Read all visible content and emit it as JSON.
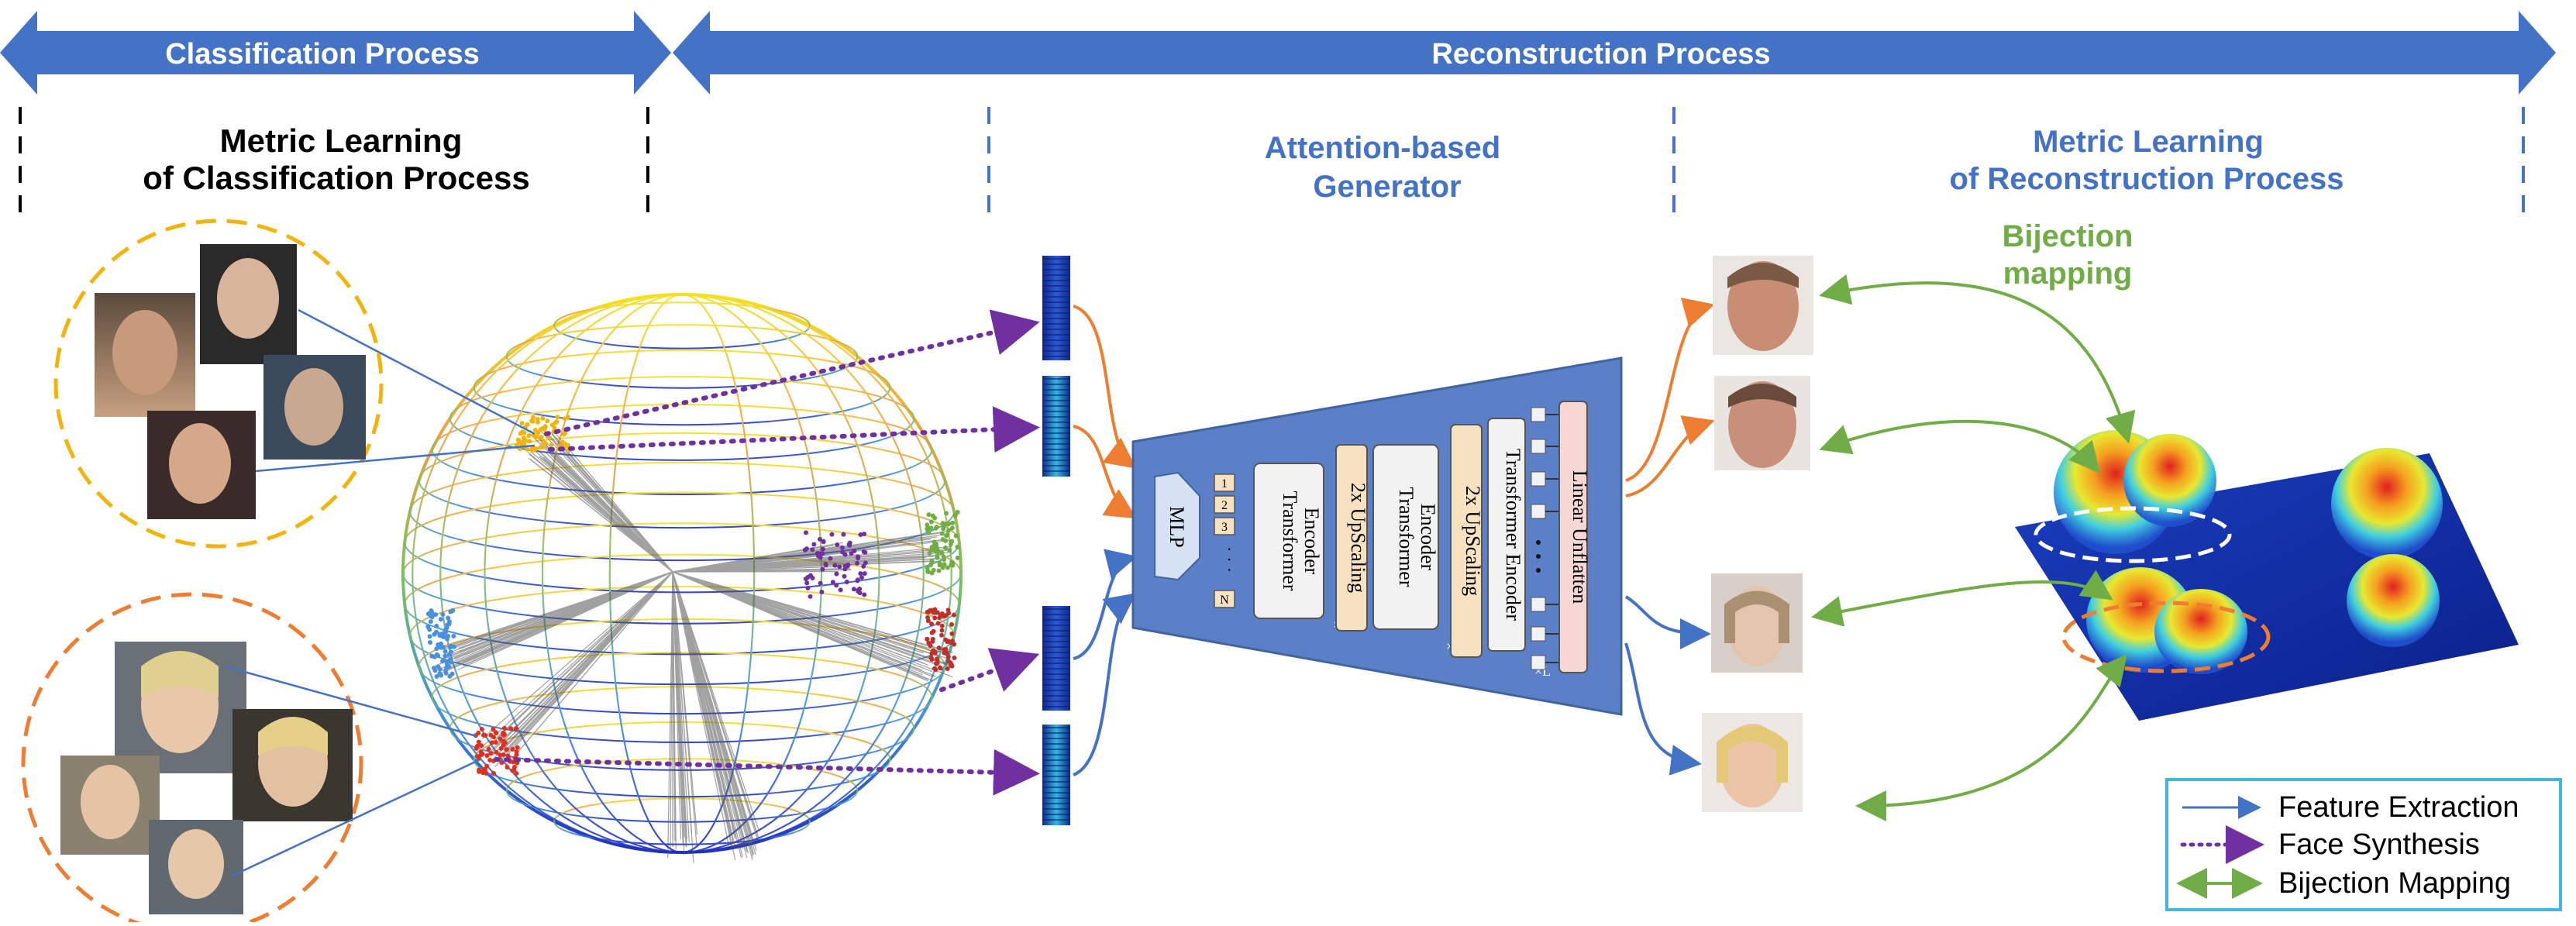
{
  "banners": {
    "classification": "Classification Process",
    "reconstruction": "Reconstruction Process"
  },
  "sections": {
    "metric_classification": [
      "Metric Learning",
      "of Classification Process"
    ],
    "generator": [
      "Attention-based",
      "Generator"
    ],
    "metric_reconstruction": [
      "Metric Learning",
      "of Reconstruction Process"
    ],
    "bijection": [
      "Bijection",
      "mapping"
    ]
  },
  "generator": {
    "mlp": "MLP",
    "transformer_encoder": [
      "Transformer",
      "Encoder"
    ],
    "upscaling": "2x UpScaling",
    "transformer_encoder_long": "Transformer Encoder",
    "linear_unflatten": "Linear Unflatten",
    "ellipsis": "· · ·",
    "repeat_labels": [
      "×M",
      "×L",
      "×L"
    ],
    "token_labels": [
      "1",
      "2",
      "3",
      "N"
    ]
  },
  "legend": {
    "items": [
      {
        "label": "Feature Extraction",
        "color": "#4472C4",
        "style": "solid"
      },
      {
        "label": "Face Synthesis",
        "color": "#7030A0",
        "style": "dotted"
      },
      {
        "label": "Bijection Mapping",
        "color": "#70AD47",
        "style": "solid"
      }
    ]
  },
  "colors": {
    "blue": "#4472C4",
    "orange": "#ED7D31",
    "green": "#70AD47",
    "purple": "#7030A0",
    "gold": "#F2B40C"
  },
  "icons": [
    "face-photo-icon",
    "feature-bar-icon",
    "hypersphere-icon",
    "density-surface-icon"
  ]
}
